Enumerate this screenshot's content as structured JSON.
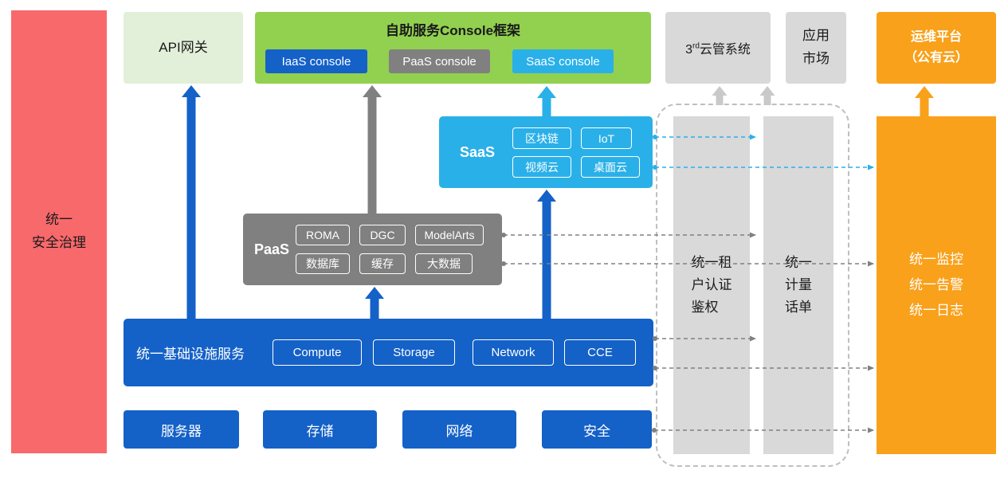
{
  "colors": {
    "red": "#F8696B",
    "light_green": "#E2F0D9",
    "green": "#92D050",
    "blue": "#1461C8",
    "gray": "#808080",
    "light_gray": "#D9D9D9",
    "cyan": "#2AB0E8",
    "orange": "#F9A11B",
    "arrow_light": "#C9C9C9",
    "dash_border": "#BFBFBF"
  },
  "security_bar": {
    "label": "统一\n安全治理"
  },
  "api_gateway": {
    "label": "API网关"
  },
  "console": {
    "title": "自助服务Console框架",
    "items": [
      "IaaS console",
      "PaaS console",
      "SaaS console"
    ]
  },
  "third_party": {
    "num": "3",
    "ord": "rd",
    "text": "云管系统"
  },
  "app_market": {
    "label": "应用\n市场"
  },
  "ops_platform": {
    "label": "运维平台\n（公有云）"
  },
  "saas": {
    "label": "SaaS",
    "items": [
      "区块链",
      "IoT",
      "视频云",
      "桌面云"
    ]
  },
  "paas": {
    "label": "PaaS",
    "items": [
      "ROMA",
      "DGC",
      "ModelArts",
      "数据库",
      "缓存",
      "大数据"
    ]
  },
  "infrastructure": {
    "label": "统一基础设施服务",
    "items": [
      "Compute",
      "Storage",
      "Network",
      "CCE"
    ]
  },
  "hardware": {
    "items": [
      "服务器",
      "存储",
      "网络",
      "安全"
    ]
  },
  "auth_bar": {
    "label": "统一租\n户认证\n鉴权"
  },
  "metering_bar": {
    "label": "统一\n计量\n话单"
  },
  "monitor_bar": {
    "label": "统一监控\n统一告警\n统一日志"
  }
}
